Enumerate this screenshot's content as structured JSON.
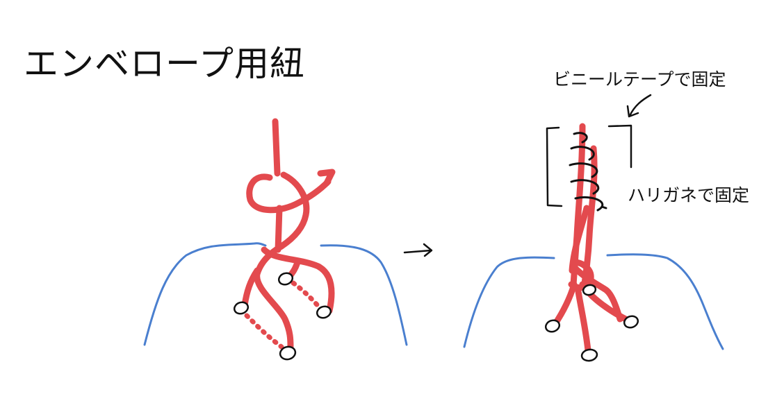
{
  "title": "エンベロープ用紐",
  "labels": {
    "tape": "ビニールテープで固定",
    "wire": "ハリガネで固定"
  },
  "colors": {
    "cord": "#e34a4e",
    "envelope": "#4a7fcf",
    "ink": "#111111"
  },
  "icons": [
    "arrow-right-icon",
    "curved-arrow-icon"
  ]
}
